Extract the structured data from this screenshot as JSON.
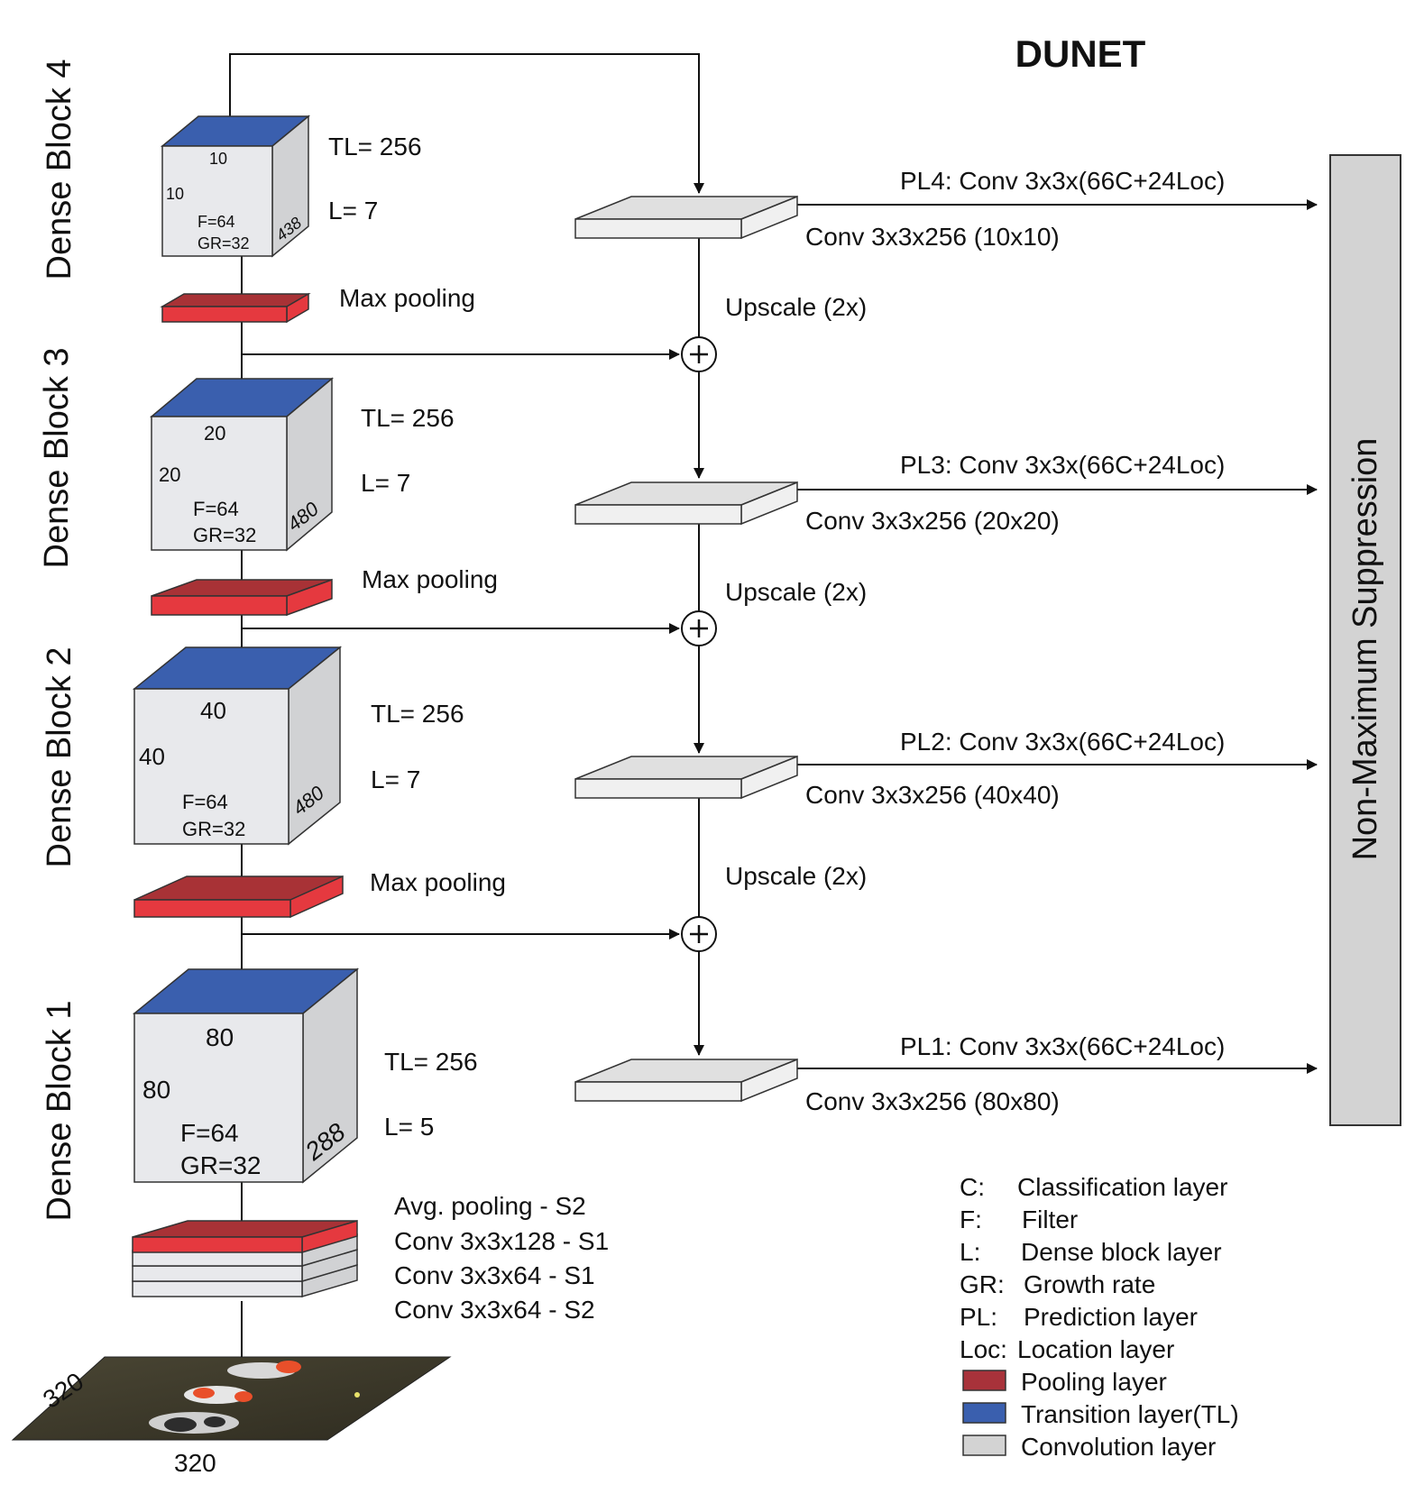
{
  "title": "DUNET",
  "nms_label": "Non-Maximum Suppression",
  "blocks": [
    {
      "side_label": "Dense Block 4",
      "top": "10",
      "left": "10",
      "f": "F=64",
      "gr": "GR=32",
      "depth": "438",
      "tl": "TL= 256",
      "l": "L= 7"
    },
    {
      "side_label": "Dense Block 3",
      "top": "20",
      "left": "20",
      "f": "F=64",
      "gr": "GR=32",
      "depth": "480",
      "tl": "TL= 256",
      "l": "L= 7"
    },
    {
      "side_label": "Dense Block 2",
      "top": "40",
      "left": "40",
      "f": "F=64",
      "gr": "GR=32",
      "depth": "480",
      "tl": "TL= 256",
      "l": "L= 7"
    },
    {
      "side_label": "Dense Block 1",
      "top": "80",
      "left": "80",
      "f": "F=64",
      "gr": "GR=32",
      "depth": "288",
      "tl": "TL= 256",
      "l": "L= 5"
    }
  ],
  "max_pooling_label": "Max pooling",
  "upscale_label": "Upscale (2x)",
  "prediction_layers": [
    {
      "name": "PL4: Conv 3x3x(66C+24Loc)",
      "conv": "Conv 3x3x256 (10x10)"
    },
    {
      "name": "PL3: Conv 3x3x(66C+24Loc)",
      "conv": "Conv 3x3x256 (20x20)"
    },
    {
      "name": "PL2: Conv 3x3x(66C+24Loc)",
      "conv": "Conv 3x3x256 (40x40)"
    },
    {
      "name": "PL1: Conv 3x3x(66C+24Loc)",
      "conv": "Conv 3x3x256 (80x80)"
    }
  ],
  "stem_layers": [
    "Avg. pooling - S2",
    "Conv 3x3x128 - S1",
    "Conv 3x3x64 - S1",
    "Conv 3x3x64 - S2"
  ],
  "input": {
    "width": "320",
    "height": "320"
  },
  "legend": [
    {
      "key": "C:",
      "value": "Classification layer"
    },
    {
      "key": "F:",
      "value": "Filter"
    },
    {
      "key": "L:",
      "value": "Dense block layer"
    },
    {
      "key": "GR:",
      "value": "Growth rate"
    },
    {
      "key": "PL:",
      "value": "Prediction layer"
    },
    {
      "key": "Loc:",
      "value": "Location layer"
    },
    {
      "swatch": "#a8323a",
      "value": "Pooling layer"
    },
    {
      "swatch": "#3a5fae",
      "value": "Transition layer(TL)"
    },
    {
      "swatch": "#d3d3d3",
      "value": "Convolution layer"
    }
  ],
  "colors": {
    "pool": "#e5393f",
    "pool_top": "#a83236",
    "transition": "#3a5fae",
    "conv": "#e8e9ec",
    "conv_side": "#d1d2d4"
  }
}
